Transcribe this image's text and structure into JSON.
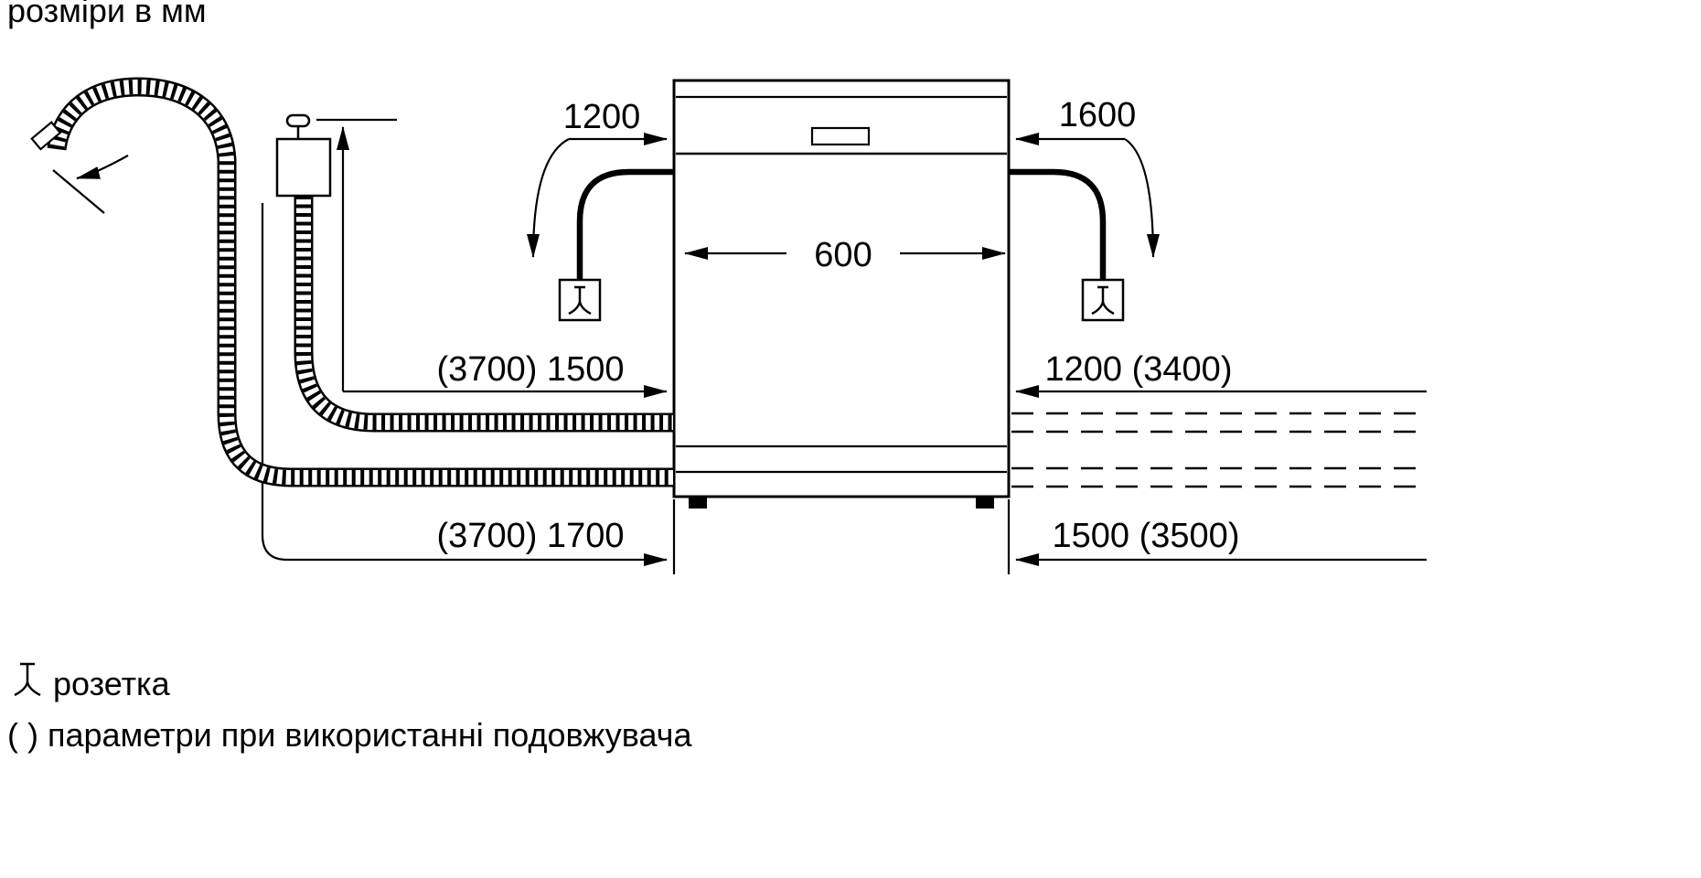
{
  "title": "розміри в мм",
  "dims": {
    "cord_left": "1200",
    "cord_right": "1600",
    "width": "600",
    "inlet_left": "(3700) 1500",
    "drain_right": "1200 (3400)",
    "drain_left": "(3700) 1700",
    "inlet_right": "1500 (3500)"
  },
  "legend": {
    "socket": "розетка",
    "extension": "( ) параметри при використанні подовжувача"
  },
  "icons": {
    "socket_left": "power-socket",
    "socket_right": "power-socket",
    "tap": "water-tap-valve",
    "legend_socket": "power-socket"
  },
  "colors": {
    "ink": "#000000",
    "paper": "#ffffff"
  }
}
